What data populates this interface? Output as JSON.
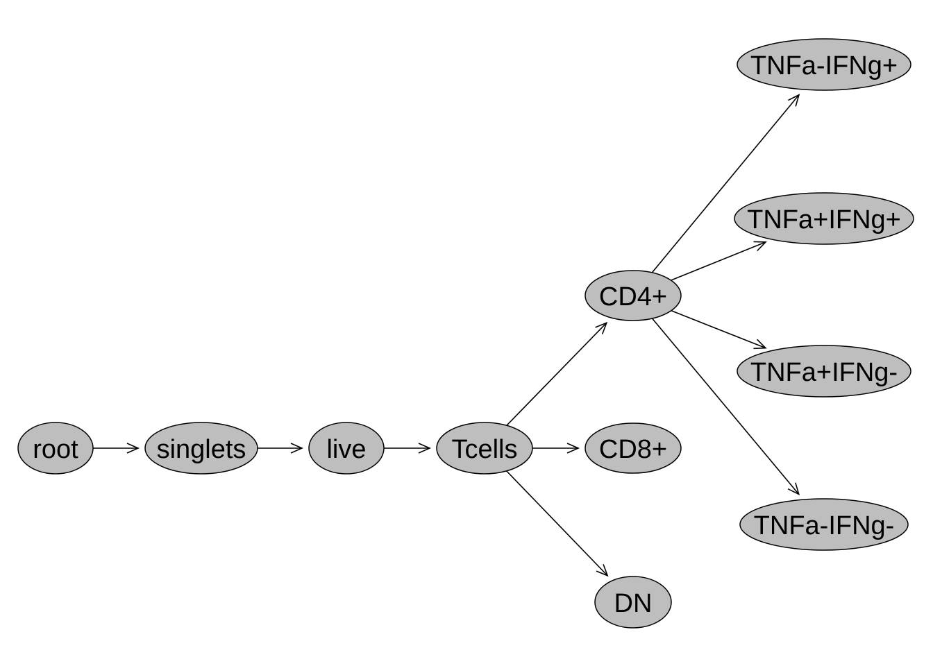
{
  "diagram": {
    "type": "gating-tree",
    "nodes": [
      {
        "id": "root",
        "label": "root"
      },
      {
        "id": "singlets",
        "label": "singlets"
      },
      {
        "id": "live",
        "label": "live"
      },
      {
        "id": "tcells",
        "label": "Tcells"
      },
      {
        "id": "cd4",
        "label": "CD4+"
      },
      {
        "id": "cd8",
        "label": "CD8+"
      },
      {
        "id": "dn",
        "label": "DN"
      },
      {
        "id": "tnfa-ifng-pos",
        "label": "TNFa-IFNg+"
      },
      {
        "id": "tnfa-pos-ifng-pos",
        "label": "TNFa+IFNg+"
      },
      {
        "id": "tnfa-pos-ifng-neg",
        "label": "TNFa+IFNg-"
      },
      {
        "id": "tnfa-ifng-neg",
        "label": "TNFa-IFNg-"
      }
    ],
    "edges": [
      {
        "from": "root",
        "to": "singlets"
      },
      {
        "from": "singlets",
        "to": "live"
      },
      {
        "from": "live",
        "to": "tcells"
      },
      {
        "from": "tcells",
        "to": "cd4"
      },
      {
        "from": "tcells",
        "to": "cd8"
      },
      {
        "from": "tcells",
        "to": "dn"
      },
      {
        "from": "cd4",
        "to": "tnfa-ifng-pos"
      },
      {
        "from": "cd4",
        "to": "tnfa-pos-ifng-pos"
      },
      {
        "from": "cd4",
        "to": "tnfa-pos-ifng-neg"
      },
      {
        "from": "cd4",
        "to": "tnfa-ifng-neg"
      }
    ],
    "colors": {
      "node_fill": "#bebebe",
      "stroke": "#000000",
      "background": "#ffffff"
    }
  }
}
